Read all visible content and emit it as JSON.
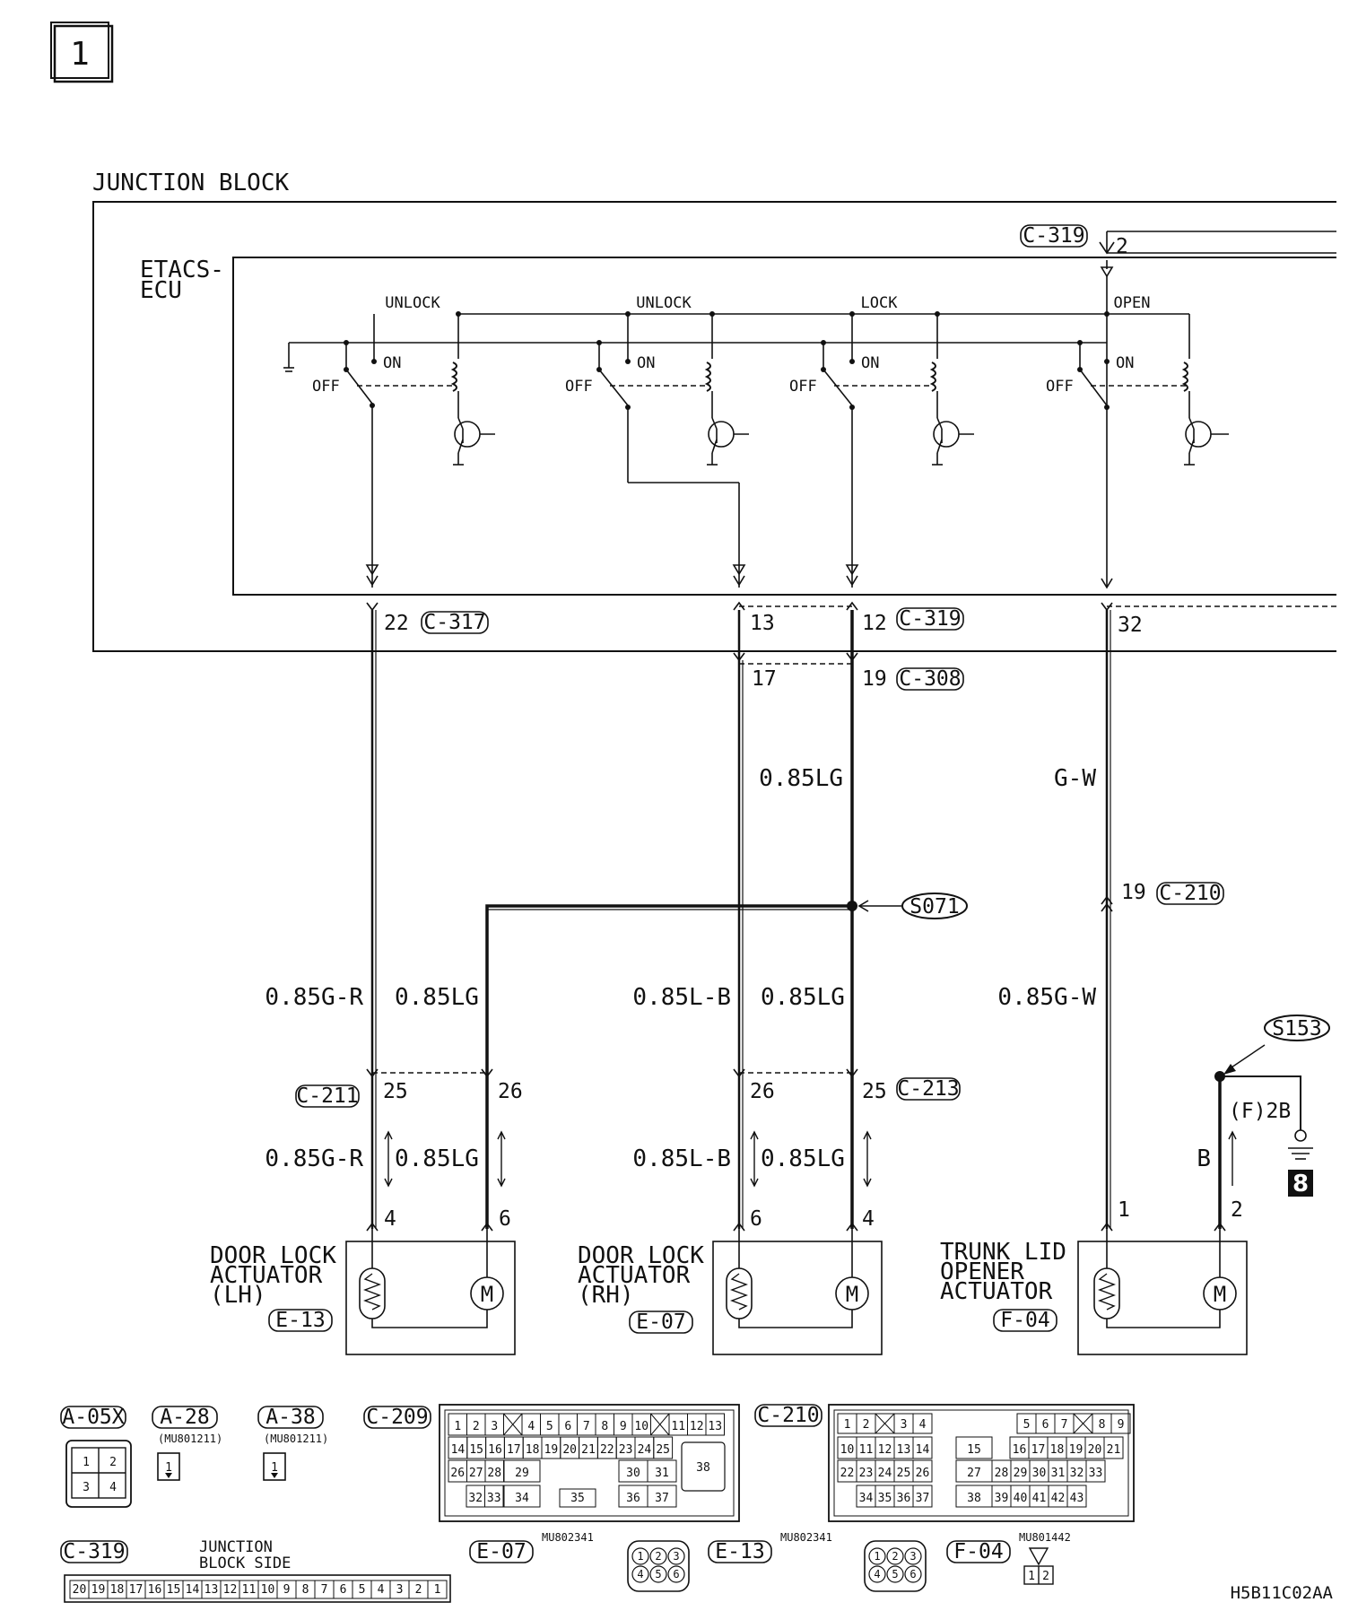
{
  "page_number": "1",
  "diagram_id": "H5B11C02AA",
  "junction_block": {
    "label": "JUNCTION BLOCK"
  },
  "ecu": {
    "label_line1": "ETACS-",
    "label_line2": "ECU",
    "connector_top": "C-319",
    "connector_top_pin": "2"
  },
  "relays": [
    {
      "function": "UNLOCK",
      "on": "ON",
      "off": "OFF"
    },
    {
      "function": "UNLOCK",
      "on": "ON",
      "off": "OFF"
    },
    {
      "function": "LOCK",
      "on": "ON",
      "off": "OFF"
    },
    {
      "function": "OPEN",
      "on": "ON",
      "off": "OFF"
    }
  ],
  "jb_connectors": {
    "c317": {
      "label": "C-317",
      "pin": "22"
    },
    "c319": {
      "label": "C-319",
      "pin_a": "13",
      "pin_b": "12",
      "pin_c": "32"
    },
    "c308": {
      "label": "C-308",
      "pin_a": "17",
      "pin_b": "19"
    },
    "c210": {
      "label": "C-210",
      "pin": "19"
    },
    "c211": {
      "label": "C-211",
      "pin_a": "25",
      "pin_b": "26"
    },
    "c213": {
      "label": "C-213",
      "pin_a": "26",
      "pin_b": "25"
    }
  },
  "splices": {
    "s071": "S071",
    "s153": "S153"
  },
  "wires": {
    "w_lg_top": "0.85LG",
    "w_gw_top": "G-W",
    "w_gr": "0.85G-R",
    "w_lg1": "0.85LG",
    "w_lb": "0.85L-B",
    "w_lg2": "0.85LG",
    "w_gw": "0.85G-W",
    "w_gr_low": "0.85G-R",
    "w_lg1_low": "0.85LG",
    "w_lb_low": "0.85L-B",
    "w_lg2_low": "0.85LG",
    "w_b": "B",
    "ground_label": "(F)2B",
    "ground_number": "8"
  },
  "actuators": [
    {
      "line1": "DOOR LOCK",
      "line2": "ACTUATOR",
      "line3": "(LH)",
      "connector": "E-13",
      "pin_left": "4",
      "pin_right": "6"
    },
    {
      "line1": "DOOR LOCK",
      "line2": "ACTUATOR",
      "line3": "(RH)",
      "connector": "E-07",
      "pin_left": "6",
      "pin_right": "4"
    },
    {
      "line1": "TRUNK LID",
      "line2": "OPENER",
      "line3": "ACTUATOR",
      "connector": "F-04",
      "pin_left": "1",
      "pin_right": "2"
    }
  ],
  "connector_legend": {
    "a05x": {
      "label": "A-05X",
      "pins": [
        "1",
        "2",
        "3",
        "4"
      ]
    },
    "a28": {
      "label": "A-28",
      "part": "(MU801211)",
      "pin": "1"
    },
    "a38": {
      "label": "A-38",
      "part": "(MU801211)",
      "pin": "1"
    },
    "c209": {
      "label": "C-209",
      "row1": [
        "1",
        "2",
        "3",
        "",
        "4",
        "5",
        "6",
        "7",
        "8",
        "9",
        "10",
        "",
        "11",
        "12",
        "13"
      ],
      "row2": [
        "14",
        "15",
        "16",
        "17",
        "18",
        "19",
        "20",
        "21",
        "22",
        "23",
        "24",
        "25"
      ],
      "row3": [
        "26",
        "27",
        "28",
        "29",
        "30",
        "31"
      ],
      "row4": [
        "32",
        "33",
        "34",
        "35",
        "36",
        "37"
      ],
      "big": "38"
    },
    "c210": {
      "label": "C-210",
      "row1": [
        "1",
        "2",
        "",
        "3",
        "4",
        "5",
        "6",
        "7",
        "",
        "8",
        "9"
      ],
      "row2": [
        "10",
        "11",
        "12",
        "13",
        "14",
        "15",
        "16",
        "17",
        "18",
        "19",
        "20",
        "21"
      ],
      "row3": [
        "22",
        "23",
        "24",
        "25",
        "26",
        "27",
        "28",
        "29",
        "30",
        "31",
        "32",
        "33"
      ],
      "row4": [
        "34",
        "35",
        "36",
        "37",
        "38",
        "39",
        "40",
        "41",
        "42",
        "43"
      ]
    },
    "c319": {
      "label": "C-319",
      "side_line1": "JUNCTION",
      "side_line2": "BLOCK SIDE",
      "pins": [
        "20",
        "19",
        "18",
        "17",
        "16",
        "15",
        "14",
        "13",
        "12",
        "11",
        "10",
        "9",
        "8",
        "7",
        "6",
        "5",
        "4",
        "3",
        "2",
        "1"
      ]
    },
    "e07": {
      "label": "E-07",
      "part": "MU802341",
      "pins": [
        "1",
        "2",
        "3",
        "4",
        "5",
        "6"
      ]
    },
    "e13": {
      "label": "E-13",
      "part": "MU802341",
      "pins": [
        "1",
        "2",
        "3",
        "4",
        "5",
        "6"
      ]
    },
    "f04": {
      "label": "F-04",
      "part": "MU801442",
      "pins": [
        "1",
        "2"
      ]
    }
  }
}
